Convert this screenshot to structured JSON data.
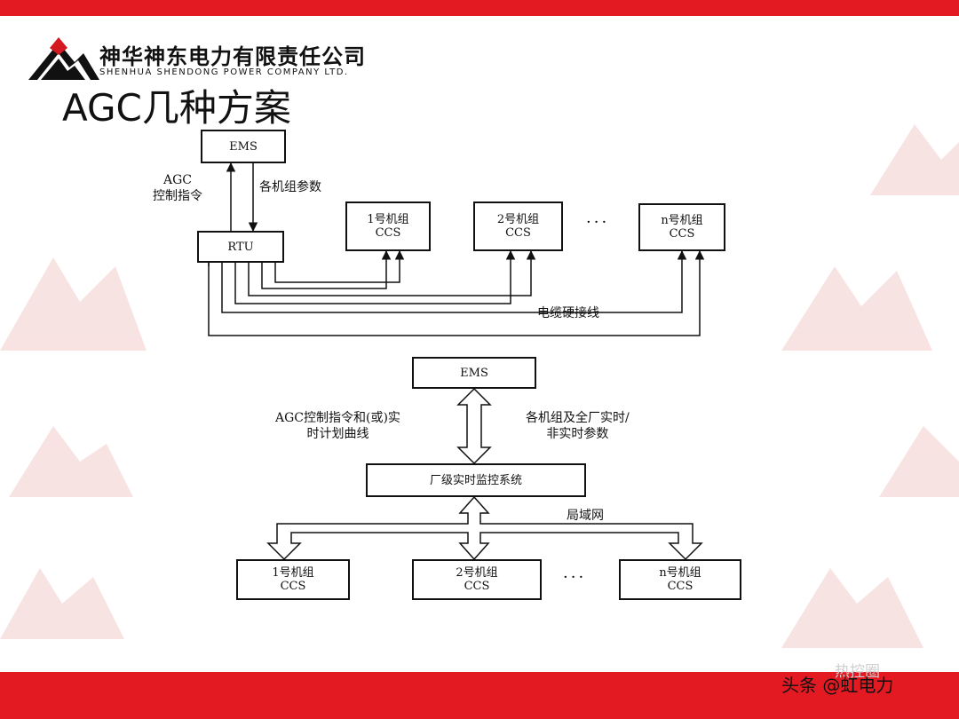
{
  "header": {
    "company_cn": "神华神东电力有限责任公司",
    "company_en": "SHENHUA SHENDONG POWER COMPANY LTD.",
    "title": "AGC几种方案"
  },
  "diagram1": {
    "ems": "EMS",
    "rtu": "RTU",
    "agc_label": [
      "AGC",
      "控制指令"
    ],
    "params_label": "各机组参数",
    "units": [
      {
        "line1": "1号机组",
        "line2": "CCS"
      },
      {
        "line1": "2号机组",
        "line2": "CCS"
      },
      {
        "line1": "n号机组",
        "line2": "CCS"
      }
    ],
    "ellipsis": "···",
    "cable_label": "电缆硬接线"
  },
  "diagram2": {
    "ems": "EMS",
    "plant_system": "厂级实时监控系统",
    "left_label": [
      "AGC控制指令和(或)实",
      "时计划曲线"
    ],
    "right_label": [
      "各机组及全厂实时/",
      "非实时参数"
    ],
    "lan_label": "局域网",
    "units": [
      {
        "line1": "1号机组",
        "line2": "CCS"
      },
      {
        "line1": "2号机组",
        "line2": "CCS"
      },
      {
        "line1": "n号机组",
        "line2": "CCS"
      }
    ],
    "ellipsis": "···"
  },
  "footer": {
    "credit": "头条 @虹电力",
    "watermark": "热控圈"
  },
  "colors": {
    "band": "#e31a22",
    "watermark": "#f4d3d3",
    "ink": "#111111"
  }
}
